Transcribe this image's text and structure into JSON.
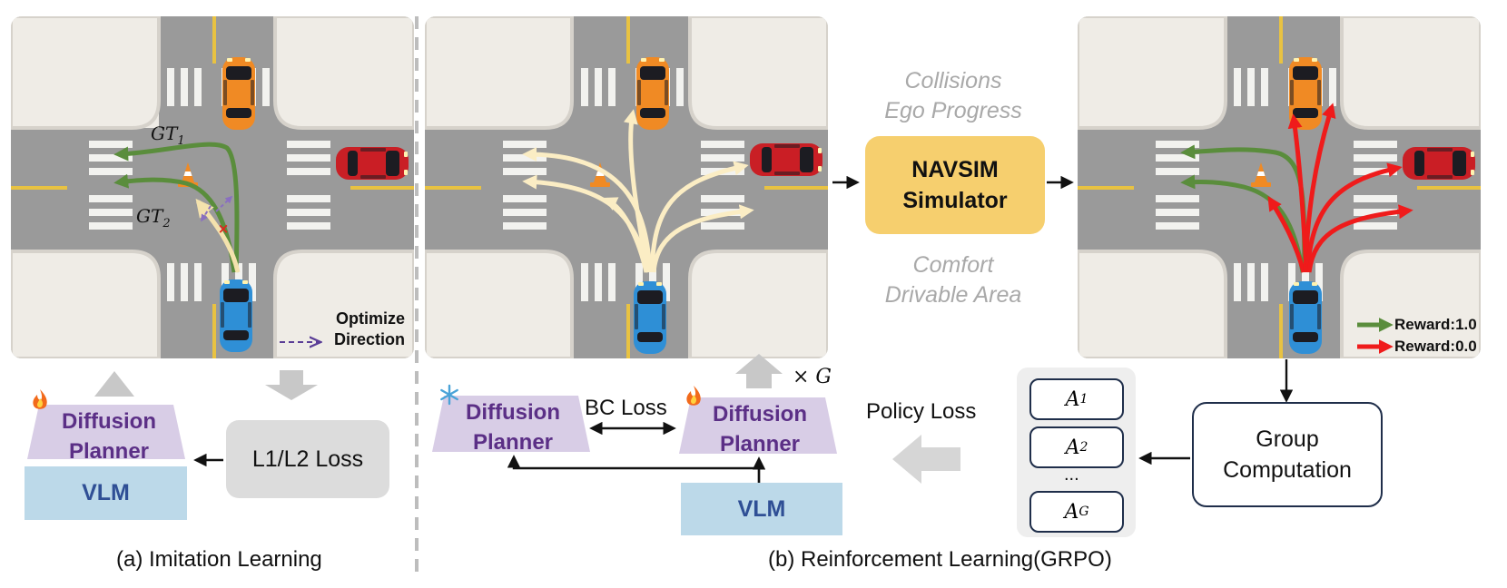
{
  "panel_a": {
    "gt1_main": "GT",
    "gt1_sub": "1",
    "gt2_main": "GT",
    "gt2_sub": "2",
    "optimize_label": "Optimize",
    "direction_label": "Direction",
    "diffusion_line1": "Diffusion",
    "diffusion_line2": "Planner",
    "vlm": "VLM",
    "loss": "L1/L2 Loss",
    "caption": "(a) Imitation Learning"
  },
  "panel_b": {
    "simulator_line1": "NAVSIM",
    "simulator_line2": "Simulator",
    "metric_top1": "Collisions",
    "metric_top2": "Ego Progress",
    "metric_bottom1": "Comfort",
    "metric_bottom2": "Drivable Area",
    "frozen_line1": "Diffusion",
    "frozen_line2": "Planner",
    "train_line1": "Diffusion",
    "train_line2": "Planner",
    "bc_loss": "BC Loss",
    "times_g": "× G",
    "vlm": "VLM",
    "policy_loss": "Policy Loss",
    "group_line1": "Group",
    "group_line2": "Computation",
    "adv_letter": "A",
    "adv_subs": [
      "1",
      "2",
      "G"
    ],
    "adv_ellipsis": "...",
    "legend_reward_good": "Reward:1.0",
    "legend_reward_bad": "Reward:0.0",
    "caption": "(b) Reinforcement Learning(GRPO)"
  },
  "colors": {
    "road": "#9a9a9a",
    "block": "#efece6",
    "yellow_line": "#e8c242",
    "green_traj": "#5a8d3c",
    "red_traj": "#ef1b1b",
    "cream_traj": "#fbedc4",
    "planner_fill": "#d8cde6",
    "planner_text": "#5b2f86",
    "vlm_fill": "#bcd9e9",
    "simulator_fill": "#f6cf6e",
    "ego_car": "#2f8fd6",
    "orange_car": "#f08a24",
    "red_car": "#c91f25"
  },
  "icons": [
    "fire-icon",
    "snowflake-icon",
    "traffic-cone-icon",
    "car-icon",
    "up-arrow-icon",
    "down-arrow-icon",
    "left-arrow-icon"
  ]
}
